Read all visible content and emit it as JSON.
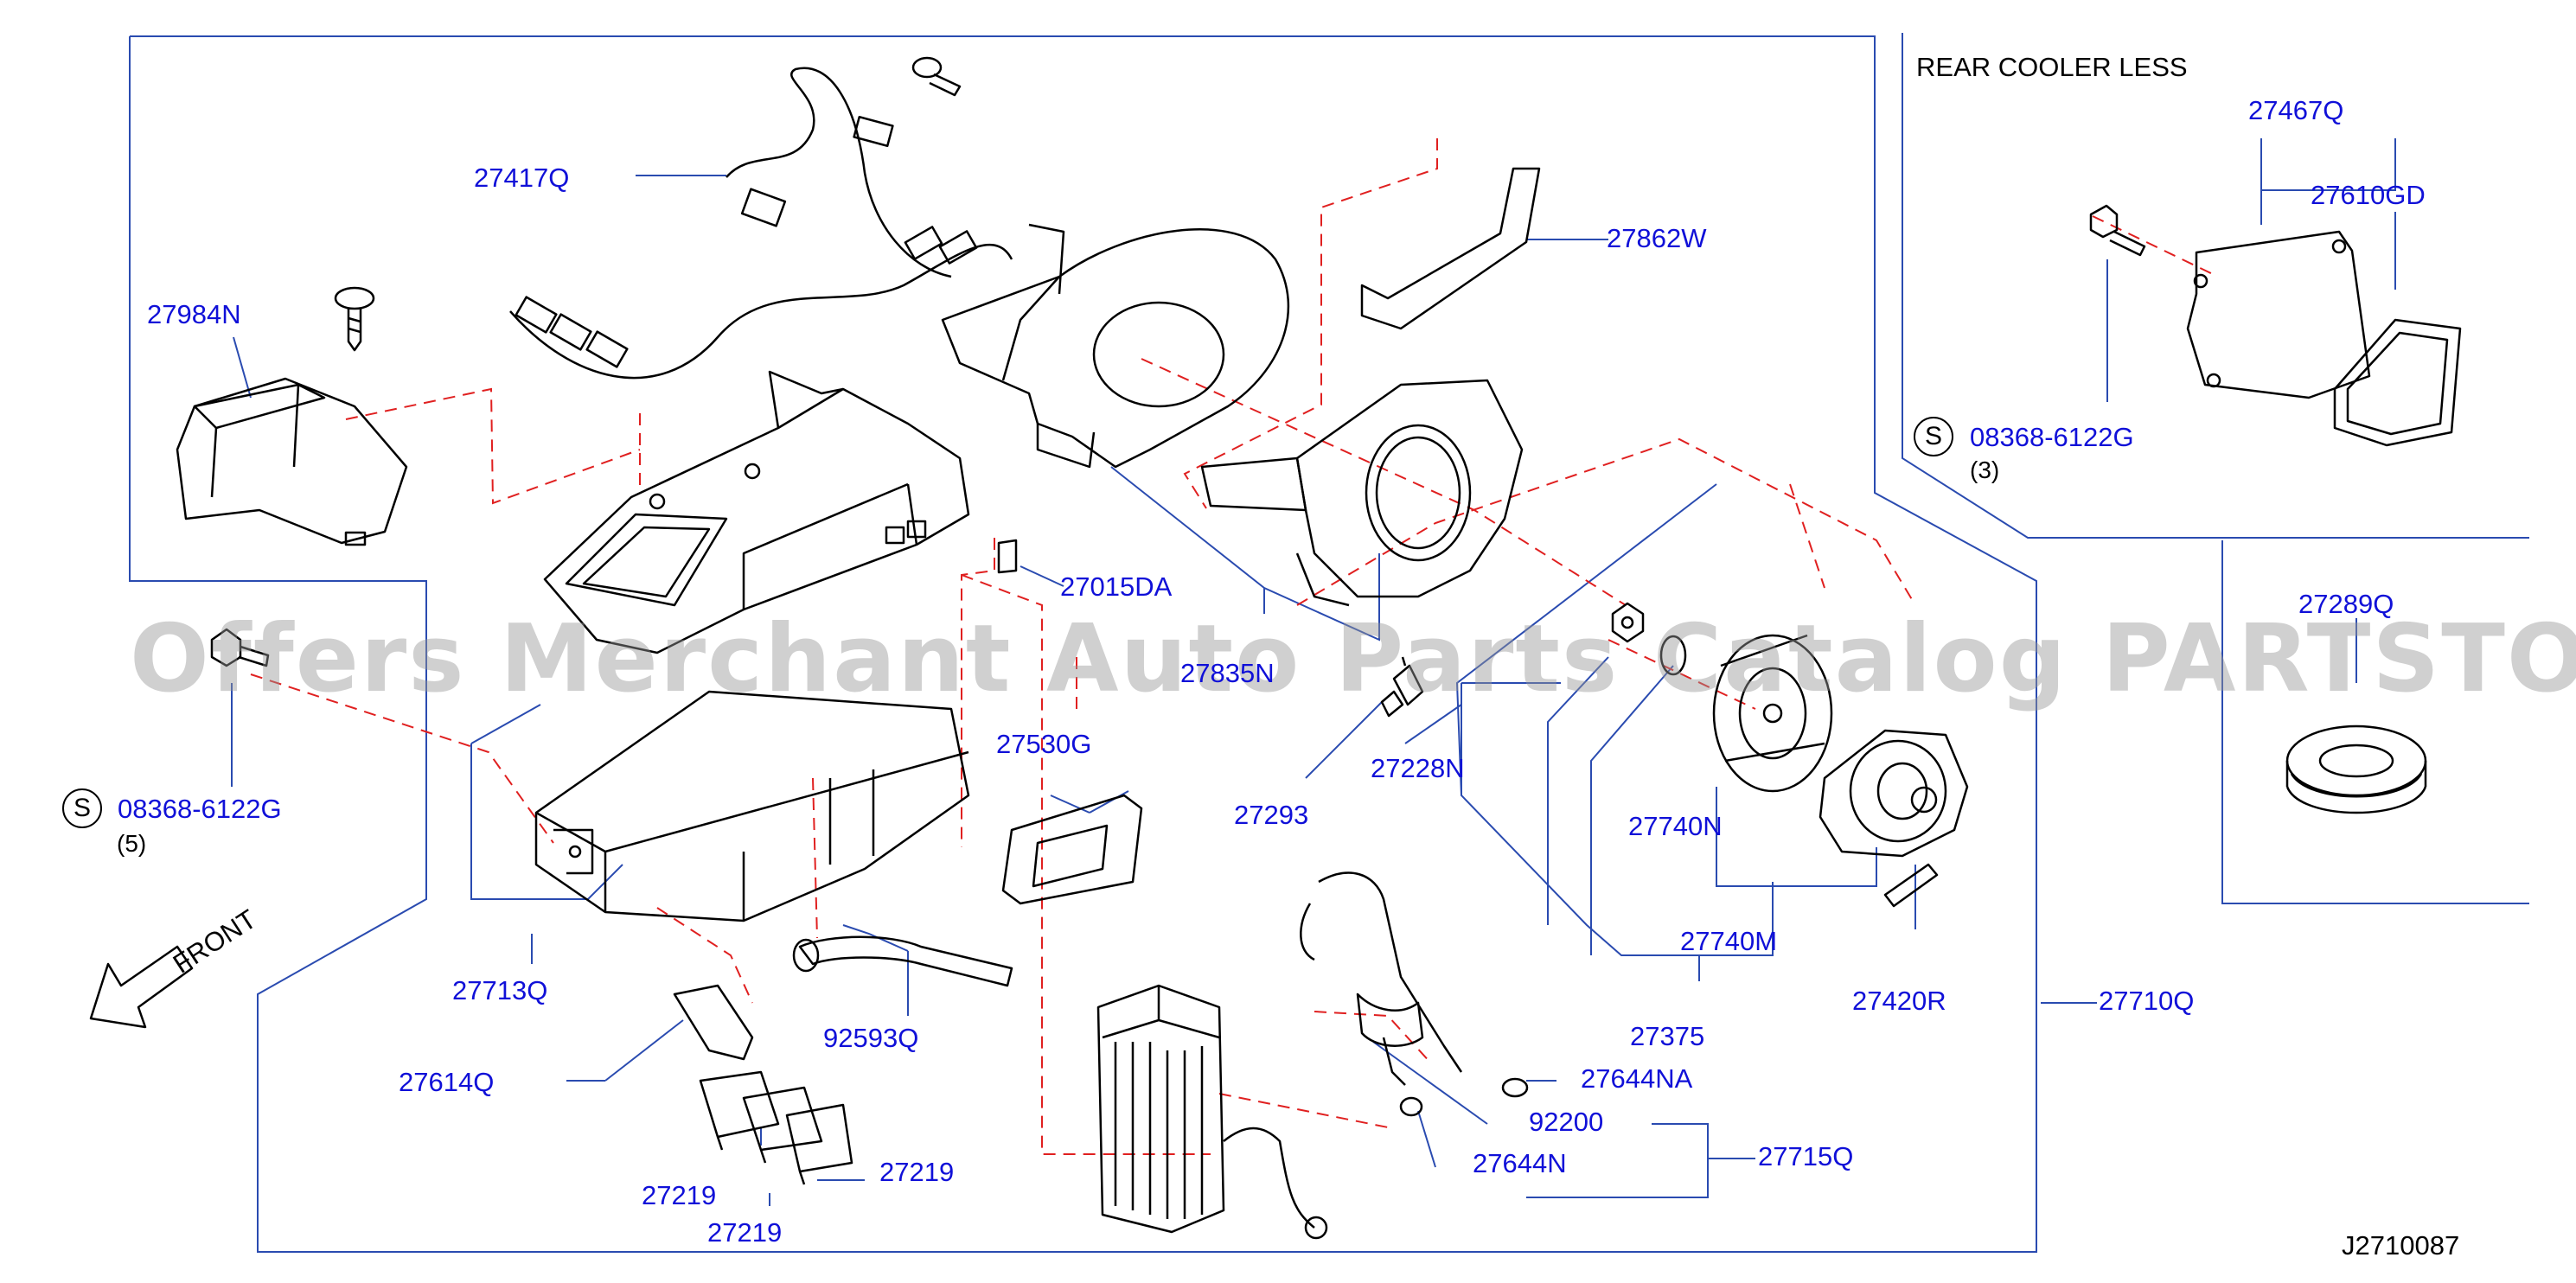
{
  "diagram": {
    "note_rear_cooler": "REAR  COOLER  LESS",
    "diagram_code": "J2710087",
    "front_label": "FRONT",
    "watermark": "Offers Merchant Auto Parts Catalog PARTSTORE.SA",
    "screw_mark": "S",
    "screw_left": {
      "part": "08368-6122G",
      "qty": "(5)"
    },
    "screw_right": {
      "part": "08368-6122G",
      "qty": "(3)"
    },
    "parts": {
      "p27417q": "27417Q",
      "p27984n": "27984N",
      "p27862w": "27862W",
      "p27015da": "27015DA",
      "p27835n": "27835N",
      "p27530g": "27530G",
      "p27228n": "27228N",
      "p27293": "27293",
      "p27713q": "27713Q",
      "p92593q": "92593Q",
      "p27614q": "27614Q",
      "p27219a": "27219",
      "p27219b": "27219",
      "p27219c": "27219",
      "p27740n": "27740N",
      "p27740m": "27740M",
      "p27375": "27375",
      "p27420r": "27420R",
      "p27710q": "27710Q",
      "p27644na": "27644NA",
      "p92200": "92200",
      "p27644n": "27644N",
      "p27715q": "27715Q",
      "p27467q": "27467Q",
      "p27610gd": "27610GD",
      "p27289q": "27289Q"
    },
    "colors": {
      "label": "#1010d8",
      "leader": "#2a4bb0",
      "dashed": "#e02020",
      "ink": "#000000"
    }
  }
}
